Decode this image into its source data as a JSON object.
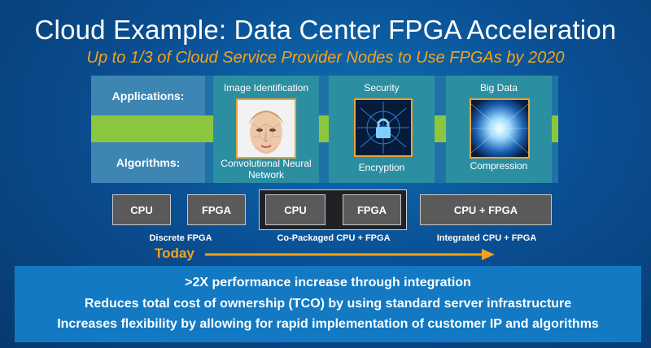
{
  "slide": {
    "title": "Cloud Example: Data Center FPGA Acceleration",
    "subtitle": "Up to 1/3 of Cloud Service Provider Nodes to Use FPGAs by 2020"
  },
  "rows": {
    "applications_label": "Applications:",
    "algorithms_label": "Algorithms:"
  },
  "columns": [
    {
      "application": "Image Identification",
      "algorithm": "Convolutional Neural Network",
      "icon": "face-mesh-image"
    },
    {
      "application": "Security",
      "algorithm": "Encryption",
      "icon": "padlock-circuit-image"
    },
    {
      "application": "Big Data",
      "algorithm": "Compression",
      "icon": "data-tunnel-image"
    }
  ],
  "integration": {
    "discrete": {
      "chips": [
        "CPU",
        "FPGA"
      ],
      "caption": "Discrete FPGA"
    },
    "copackaged": {
      "chips": [
        "CPU",
        "FPGA"
      ],
      "caption": "Co-Packaged CPU + FPGA"
    },
    "integrated": {
      "chips": [
        "CPU + FPGA"
      ],
      "caption": "Integrated CPU + FPGA"
    }
  },
  "timeline": {
    "label": "Today"
  },
  "benefits": [
    ">2X performance increase through integration",
    "Reduces total cost of ownership (TCO) by using standard server infrastructure",
    "Increases flexibility by allowing for rapid implementation of customer IP and algorithms"
  ],
  "colors": {
    "accent": "#f6a21a",
    "green_band": "#8cc63f",
    "column_teal": "#2c8fa1",
    "benefits_box": "#1279c2"
  }
}
